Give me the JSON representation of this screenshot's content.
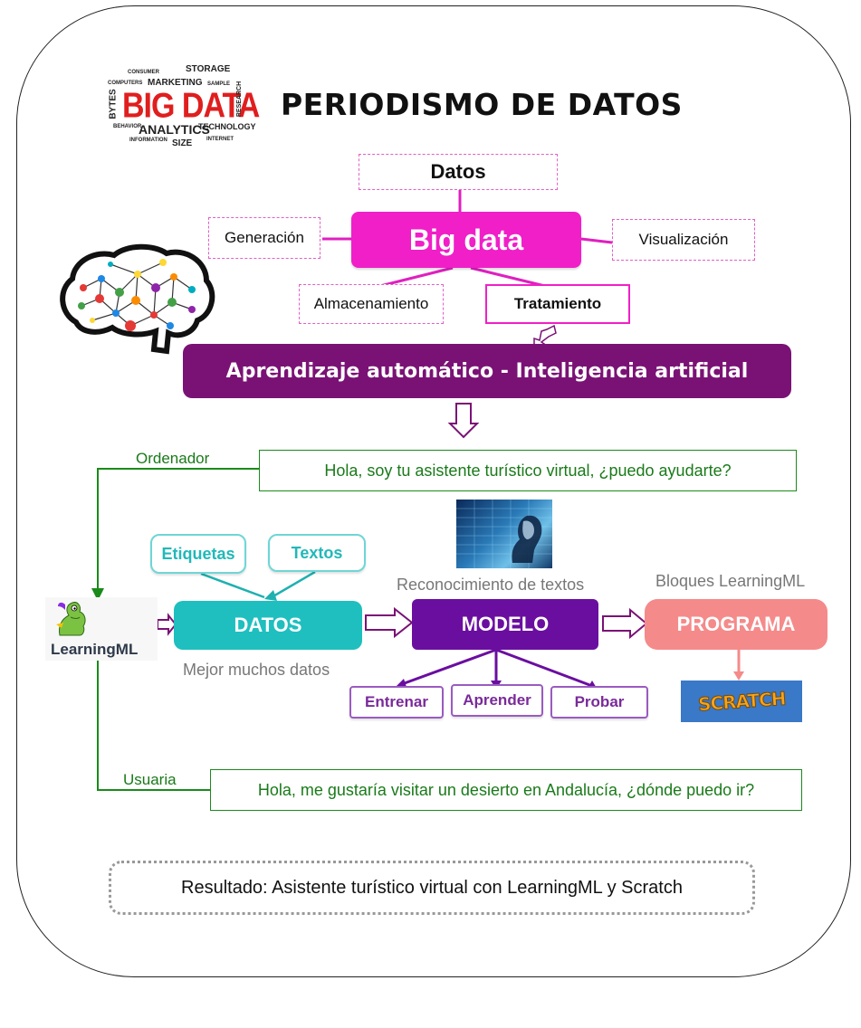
{
  "title": "PERIODISMO DE DATOS",
  "wordcloud": {
    "big": "BIG DATA",
    "analytics": "ANALYTICS",
    "technology": "TECHNOLOGY",
    "marketing": "MARKETING",
    "storage": "STORAGE",
    "consumer": "CONSUMER",
    "computers": "COMPUTERS",
    "sample": "SAMPLE",
    "bytes": "BYTES",
    "research": "RESEARCH",
    "behavior": "BEHAVIOR",
    "information": "INFORMATION",
    "size": "SIZE",
    "internet": "INTERNET"
  },
  "bigdata": {
    "datos": "Datos",
    "center": "Big data",
    "generacion": "Generación",
    "visualizacion": "Visualización",
    "almacenamiento": "Almacenamiento",
    "tratamiento": "Tratamiento"
  },
  "ai_bar": "Aprendizaje automático - Inteligencia artificial",
  "ordenador": {
    "label": "Ordenador",
    "message": "Hola, soy tu asistente turístico virtual, ¿puedo ayudarte?"
  },
  "learningml": {
    "label": "LearningML"
  },
  "datos": {
    "etiquetas": "Etiquetas",
    "textos": "Textos",
    "box": "DATOS",
    "note": "Mejor muchos datos"
  },
  "modelo": {
    "caption": "Reconocimiento de textos",
    "box": "MODELO",
    "entrenar": "Entrenar",
    "aprender": "Aprender",
    "probar": "Probar"
  },
  "programa": {
    "caption": "Bloques LearningML",
    "box": "PROGRAMA",
    "scratch": "SCRATCH"
  },
  "usuaria": {
    "label": "Usuaria",
    "message": "Hola, me gustaría visitar un desierto en Andalucía, ¿dónde puedo ir?"
  },
  "resultado": "Resultado: Asistente turístico virtual con LearningML y Scratch",
  "colors": {
    "magenta": "#f01fc8",
    "purple": "#7a1275",
    "teal": "#1fbfbf",
    "violet": "#6a0ea0",
    "salmon": "#f58a8a",
    "green": "#1a8a1a"
  }
}
